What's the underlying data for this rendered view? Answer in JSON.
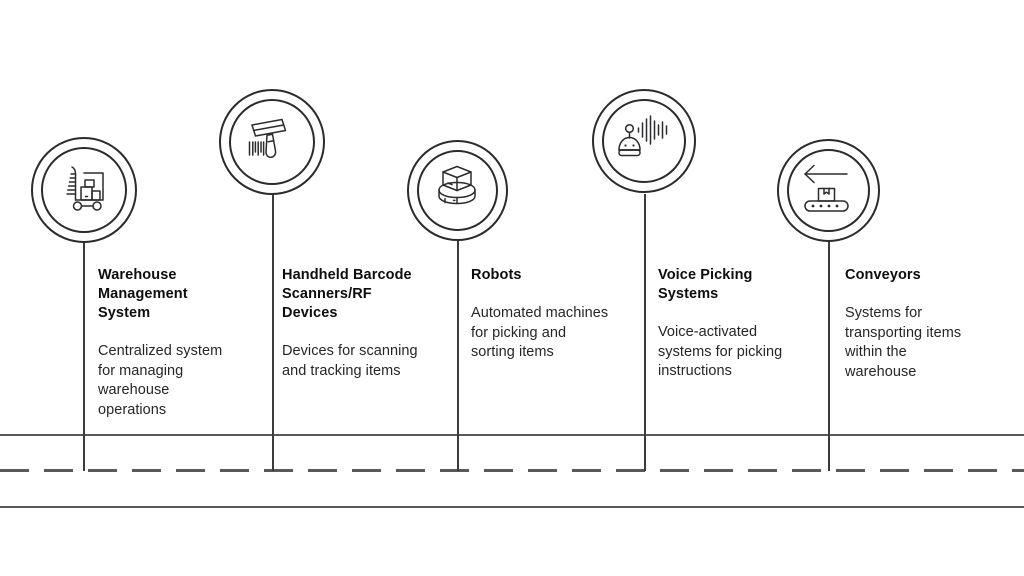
{
  "diagram": {
    "type": "road-timeline-infographic",
    "background_color": "#ffffff",
    "line_color": "#58595b",
    "icon_color": "#2b2b2d",
    "text_color": "#0d0d0d"
  },
  "road": {
    "top_line_label": "road-edge-top",
    "center_line_label": "road-center-dashed",
    "bottom_line_label": "road-edge-bottom"
  },
  "nodes": [
    {
      "id": "warehouse-management-system",
      "icon": "warehouse-forklift-icon",
      "title": "Warehouse\nManagement\nSystem",
      "description": "Centralized system\nfor managing\nwarehouse\noperations"
    },
    {
      "id": "handheld-barcode-scanners",
      "icon": "barcode-scanner-icon",
      "title": "Handheld Barcode\nScanners/RF\nDevices",
      "description": "Devices for scanning\nand tracking items"
    },
    {
      "id": "robots",
      "icon": "robot-with-box-icon",
      "title": "Robots",
      "description": "Automated machines\nfor picking and\nsorting items"
    },
    {
      "id": "voice-picking-systems",
      "icon": "voice-waveform-robot-icon",
      "title": "Voice Picking\nSystems",
      "description": "Voice-activated\nsystems for picking\ninstructions"
    },
    {
      "id": "conveyors",
      "icon": "conveyor-belt-arrow-icon",
      "title": "Conveyors",
      "description": "Systems for\ntransporting items\nwithin the\nwarehouse"
    }
  ]
}
